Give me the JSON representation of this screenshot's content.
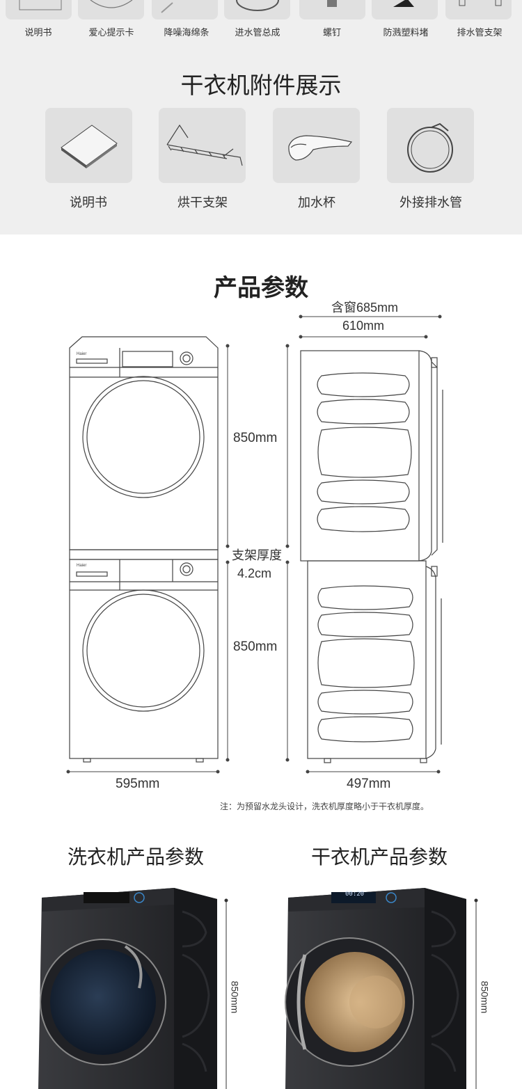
{
  "washer_accessories": [
    "说明书",
    "爱心提示卡",
    "降噪海绵条",
    "进水管总成",
    "螺钉",
    "防溅塑料堵",
    "排水管支架"
  ],
  "dryer_section": {
    "title": "干衣机附件展示",
    "items": [
      "说明书",
      "烘干支架",
      "加水杯",
      "外接排水管"
    ]
  },
  "params_section": {
    "title": "产品参数",
    "depth_with_window": "含窗685mm",
    "depth": "610mm",
    "height_top": "850mm",
    "bracket_label": "支架厚度",
    "bracket_value": "4.2cm",
    "height_bottom": "850mm",
    "width": "595mm",
    "depth_bottom": "497mm",
    "note": "注：为预留水龙头设计，洗衣机厚度略小于干衣机厚度。"
  },
  "product_section": {
    "washer_title": "洗衣机产品参数",
    "dryer_title": "干衣机产品参数",
    "washer_height": "850mm",
    "dryer_height": "850mm",
    "display_text": "00:20"
  }
}
